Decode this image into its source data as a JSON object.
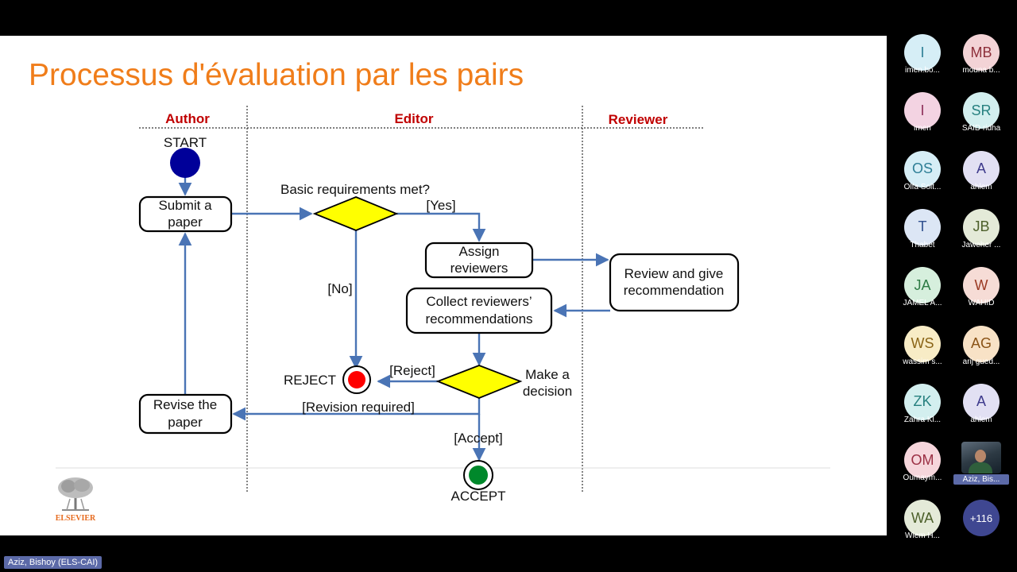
{
  "slide": {
    "title": "Processus d'évaluation par les pairs",
    "lanes": {
      "author": "Author",
      "editor": "Editor",
      "reviewer": "Reviewer"
    },
    "nodes": {
      "start": "START",
      "submit": [
        "Submit a",
        "paper"
      ],
      "decision1": "Basic requirements met?",
      "assign": [
        "Assign",
        "reviewers"
      ],
      "review": [
        "Review and give",
        "recommendation"
      ],
      "collect": [
        "Collect reviewers’",
        "recommendations"
      ],
      "decision2": [
        "Make a",
        "decision"
      ],
      "revise": [
        "Revise the",
        "paper"
      ],
      "reject": "REJECT",
      "accept": "ACCEPT"
    },
    "edge_labels": {
      "yes": "[Yes]",
      "no": "[No]",
      "reject": "[Reject]",
      "revision": "[Revision required]",
      "accept": "[Accept]"
    },
    "logo_text": "ELSEVIER",
    "colors": {
      "title": "#F07D1A",
      "lane_header": "#C00000",
      "flow": "#4A74B5",
      "decision": "#FFFF00",
      "start": "#000099",
      "reject": "#FF0000",
      "accept": "#00882B"
    }
  },
  "participants": [
    {
      "initials": "I",
      "name": "imen.bo...",
      "bg": "#D6EEF6",
      "fg": "#2E7F96"
    },
    {
      "initials": "MB",
      "name": "mouna b...",
      "bg": "#F3D3D6",
      "fg": "#8D2F3A"
    },
    {
      "initials": "I",
      "name": "imen",
      "bg": "#F3D3E2",
      "fg": "#8D2F58"
    },
    {
      "initials": "SR",
      "name": "SAID ridha",
      "bg": "#D3EFEF",
      "fg": "#26807F"
    },
    {
      "initials": "OS",
      "name": "Olfa Solt...",
      "bg": "#D6EEF6",
      "fg": "#2E7F96"
    },
    {
      "initials": "A",
      "name": "ahlem",
      "bg": "#E2E0F3",
      "fg": "#3E3A8C"
    },
    {
      "initials": "T",
      "name": "Thabet",
      "bg": "#DCE6F5",
      "fg": "#2F4F8E"
    },
    {
      "initials": "JB",
      "name": "Jaweher ...",
      "bg": "#E4EAD8",
      "fg": "#4C5F2A"
    },
    {
      "initials": "JA",
      "name": "JAMEL A...",
      "bg": "#D6EFDD",
      "fg": "#2C7A44"
    },
    {
      "initials": "W",
      "name": "WAHID",
      "bg": "#F6DCD6",
      "fg": "#9B3A24"
    },
    {
      "initials": "WS",
      "name": "wassim s...",
      "bg": "#F8ECC6",
      "fg": "#8A6416"
    },
    {
      "initials": "AG",
      "name": "arij gued...",
      "bg": "#F8E2C6",
      "fg": "#8A5316"
    },
    {
      "initials": "ZK",
      "name": "Zahra Kl...",
      "bg": "#D3EFEF",
      "fg": "#26807F"
    },
    {
      "initials": "A",
      "name": "ahlem",
      "bg": "#E2E0F3",
      "fg": "#3E3A8C"
    },
    {
      "initials": "OM",
      "name": "Oumaym...",
      "bg": "#F6D6DC",
      "fg": "#9B2F44"
    },
    {
      "initials": "",
      "name": "Aziz, Bis...",
      "video": true
    },
    {
      "initials": "WA",
      "name": "Wiem H...",
      "bg": "#E4EAD8",
      "fg": "#4C5F2A"
    },
    {
      "initials": "",
      "name": "",
      "more": "+116"
    }
  ],
  "speaker_label": "Aziz, Bishoy (ELS-CAI)"
}
